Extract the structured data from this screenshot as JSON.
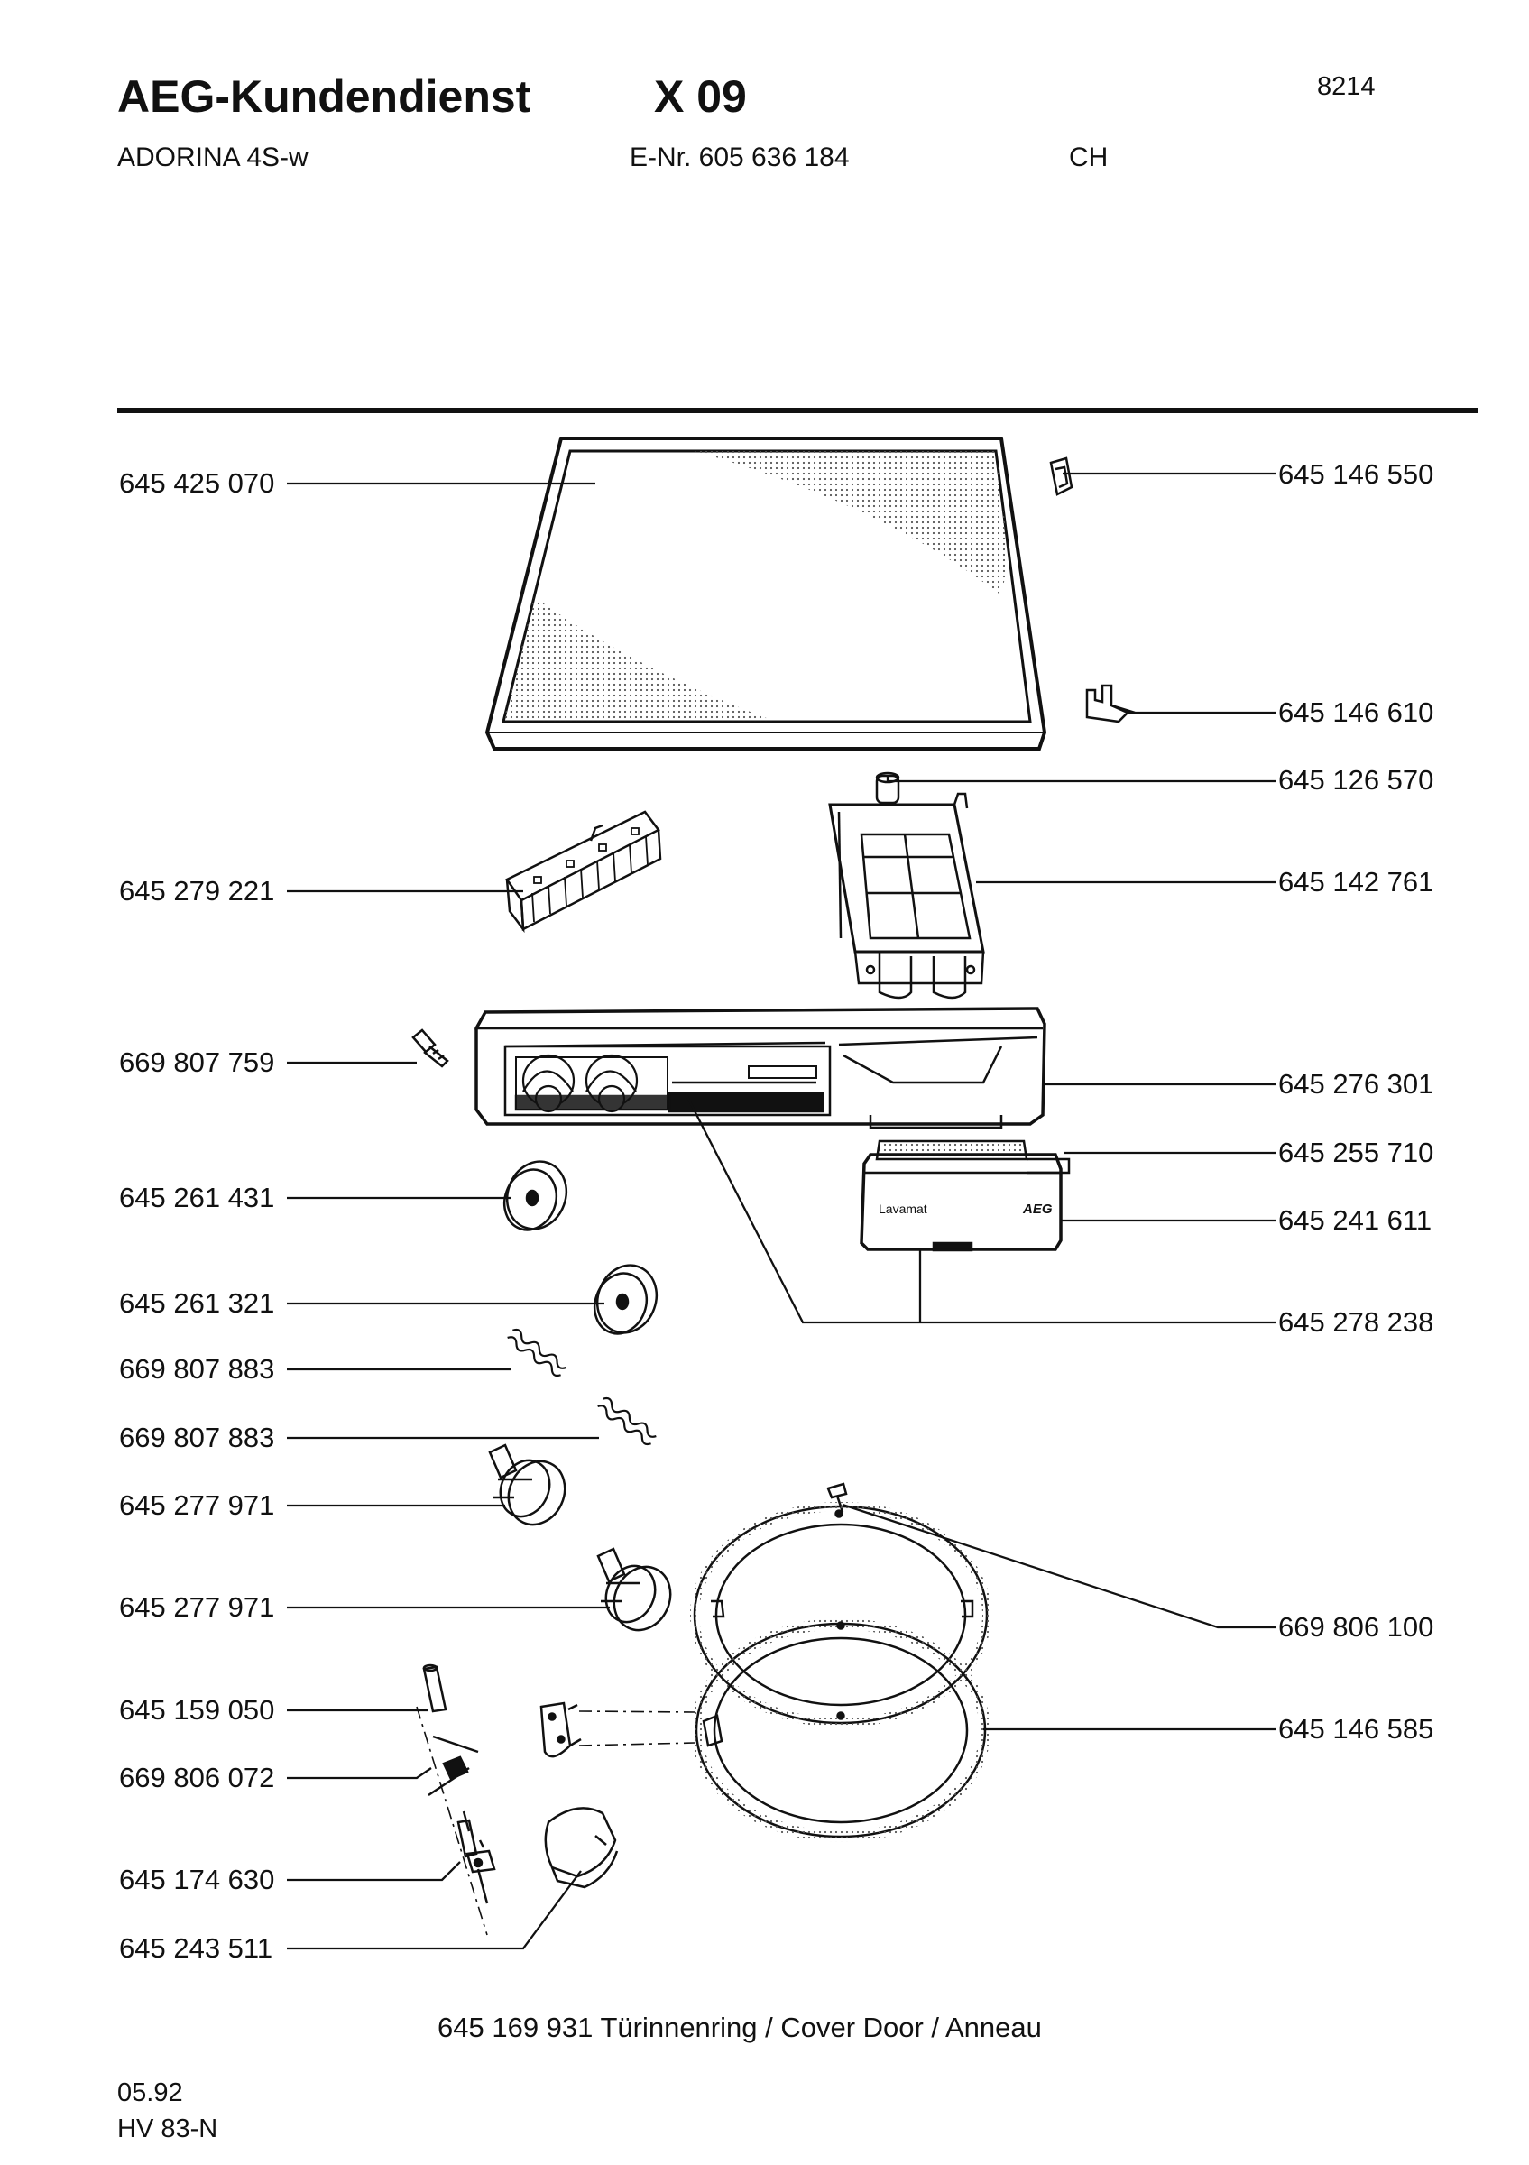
{
  "header": {
    "title": "AEG-Kundendienst",
    "code": "X 09",
    "number": "8214",
    "model": "ADORINA 4S-w",
    "enr": "E-Nr. 605 636 184",
    "country": "CH"
  },
  "parts_left": [
    "645 425 070",
    "645 279 221",
    "669 807 759",
    "645 261 431",
    "645 261 321",
    "669 807 883",
    "669 807 883",
    "645 277 971",
    "645 277 971",
    "645 159 050",
    "669 806 072",
    "645 174 630",
    "645 243 511"
  ],
  "parts_right": [
    "645 146 550",
    "645 146 610",
    "645 126 570",
    "645 142 761",
    "645 276 301",
    "645 255 710",
    "645 241 611",
    "645 278 238",
    "669 806 100",
    "645 146 585"
  ],
  "drawing_text": {
    "brand_lavamat": "Lavamat",
    "brand_aeg": "AEG"
  },
  "caption": "645 169 931 Türinnenring / Cover Door / Anneau",
  "footer": {
    "date": "05.92",
    "ref": "HV 83-N"
  }
}
